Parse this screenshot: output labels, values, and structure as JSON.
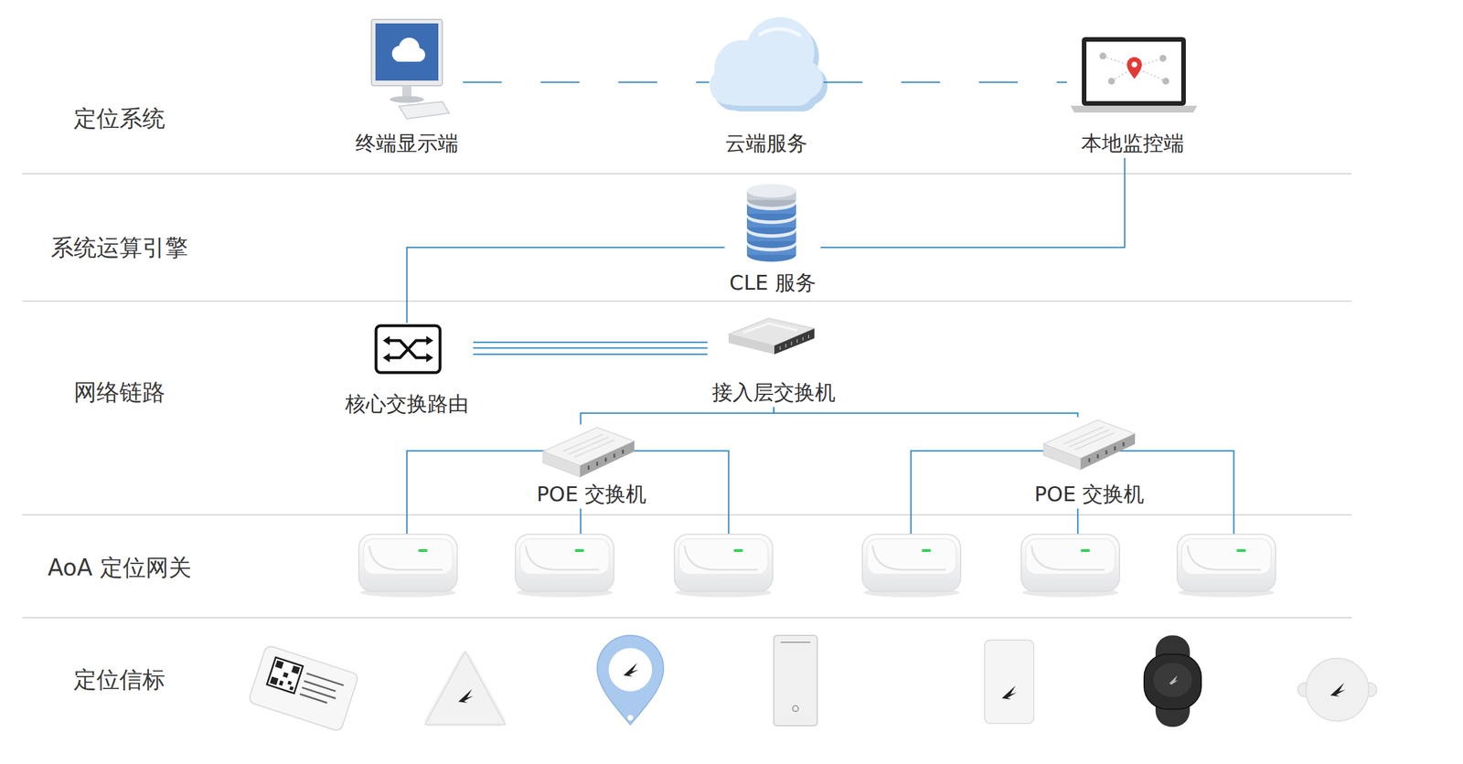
{
  "diagram": {
    "nodes": [
      {
        "text": [
          "终端显示端"
        ]
      },
      {
        "text": [
          "云端服务"
        ]
      },
      {
        "text": [
          "本地监控端"
        ]
      },
      {
        "text": [
          "CLE 服务"
        ]
      },
      {
        "text": [
          "核心交换路由"
        ]
      },
      {
        "text": [
          "接入层交换机"
        ]
      },
      {
        "text": [
          "POE 交换机"
        ]
      },
      {
        "text": [
          "POE 交换机"
        ]
      }
    ],
    "edges": [
      {
        "from": 0,
        "to": 1,
        "arrow": "none"
      },
      {
        "from": 1,
        "to": 2,
        "arrow": "none"
      },
      {
        "from": 2,
        "to": 3,
        "arrow": "none"
      },
      {
        "from": 3,
        "to": 4,
        "arrow": "none"
      },
      {
        "from": 4,
        "to": 5,
        "arrow": "none"
      },
      {
        "from": 5,
        "to": 6,
        "arrow": "none"
      },
      {
        "from": 5,
        "to": 7,
        "arrow": "none"
      }
    ],
    "labels": [
      "定位系统",
      "系统运算引擎",
      "网络链路",
      "AoA 定位网关",
      "定位信标"
    ]
  }
}
